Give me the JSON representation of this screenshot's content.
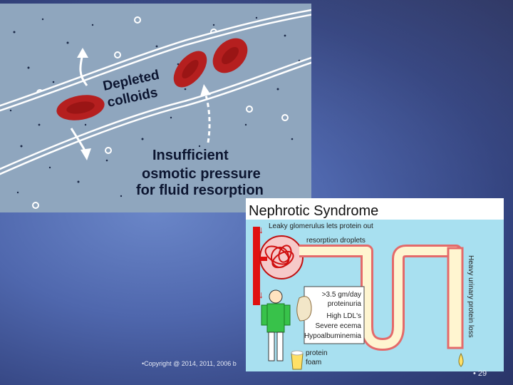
{
  "slide": {
    "upper_image": {
      "label_depleted_line1": "Depleted",
      "label_depleted_line2": "colloids",
      "label_insufficient_line1": "Insufficient",
      "label_insufficient_line2": "osmotic pressure",
      "label_insufficient_line3": "for fluid resorption"
    },
    "nephrotic": {
      "title": "Nephrotic Syndrome",
      "leaky": "Leaky glomerulus lets protein out",
      "resorption": "resorption droplets",
      "box_line1": ">3.5 gm/day",
      "box_line2": "proteinuria",
      "box_line3": "High LDL's",
      "box_line4": "Severe ecema",
      "box_line5": "Hypoalbuminemia",
      "protein_line1": "protein",
      "protein_line2": "foam",
      "heavy": "Heavy urinary protein loss"
    },
    "copyright": "•Copyright @ 2014, 2011, 2006 b",
    "page_number": "• 29"
  },
  "colors": {
    "background": "#4f67ad",
    "rbc": "#b51f1f",
    "vessel_red": "#e01010",
    "tubule_fill": "#f6c9c9",
    "panel_blue": "#8fa6be",
    "tubule_bg": "#a8e0f0"
  }
}
